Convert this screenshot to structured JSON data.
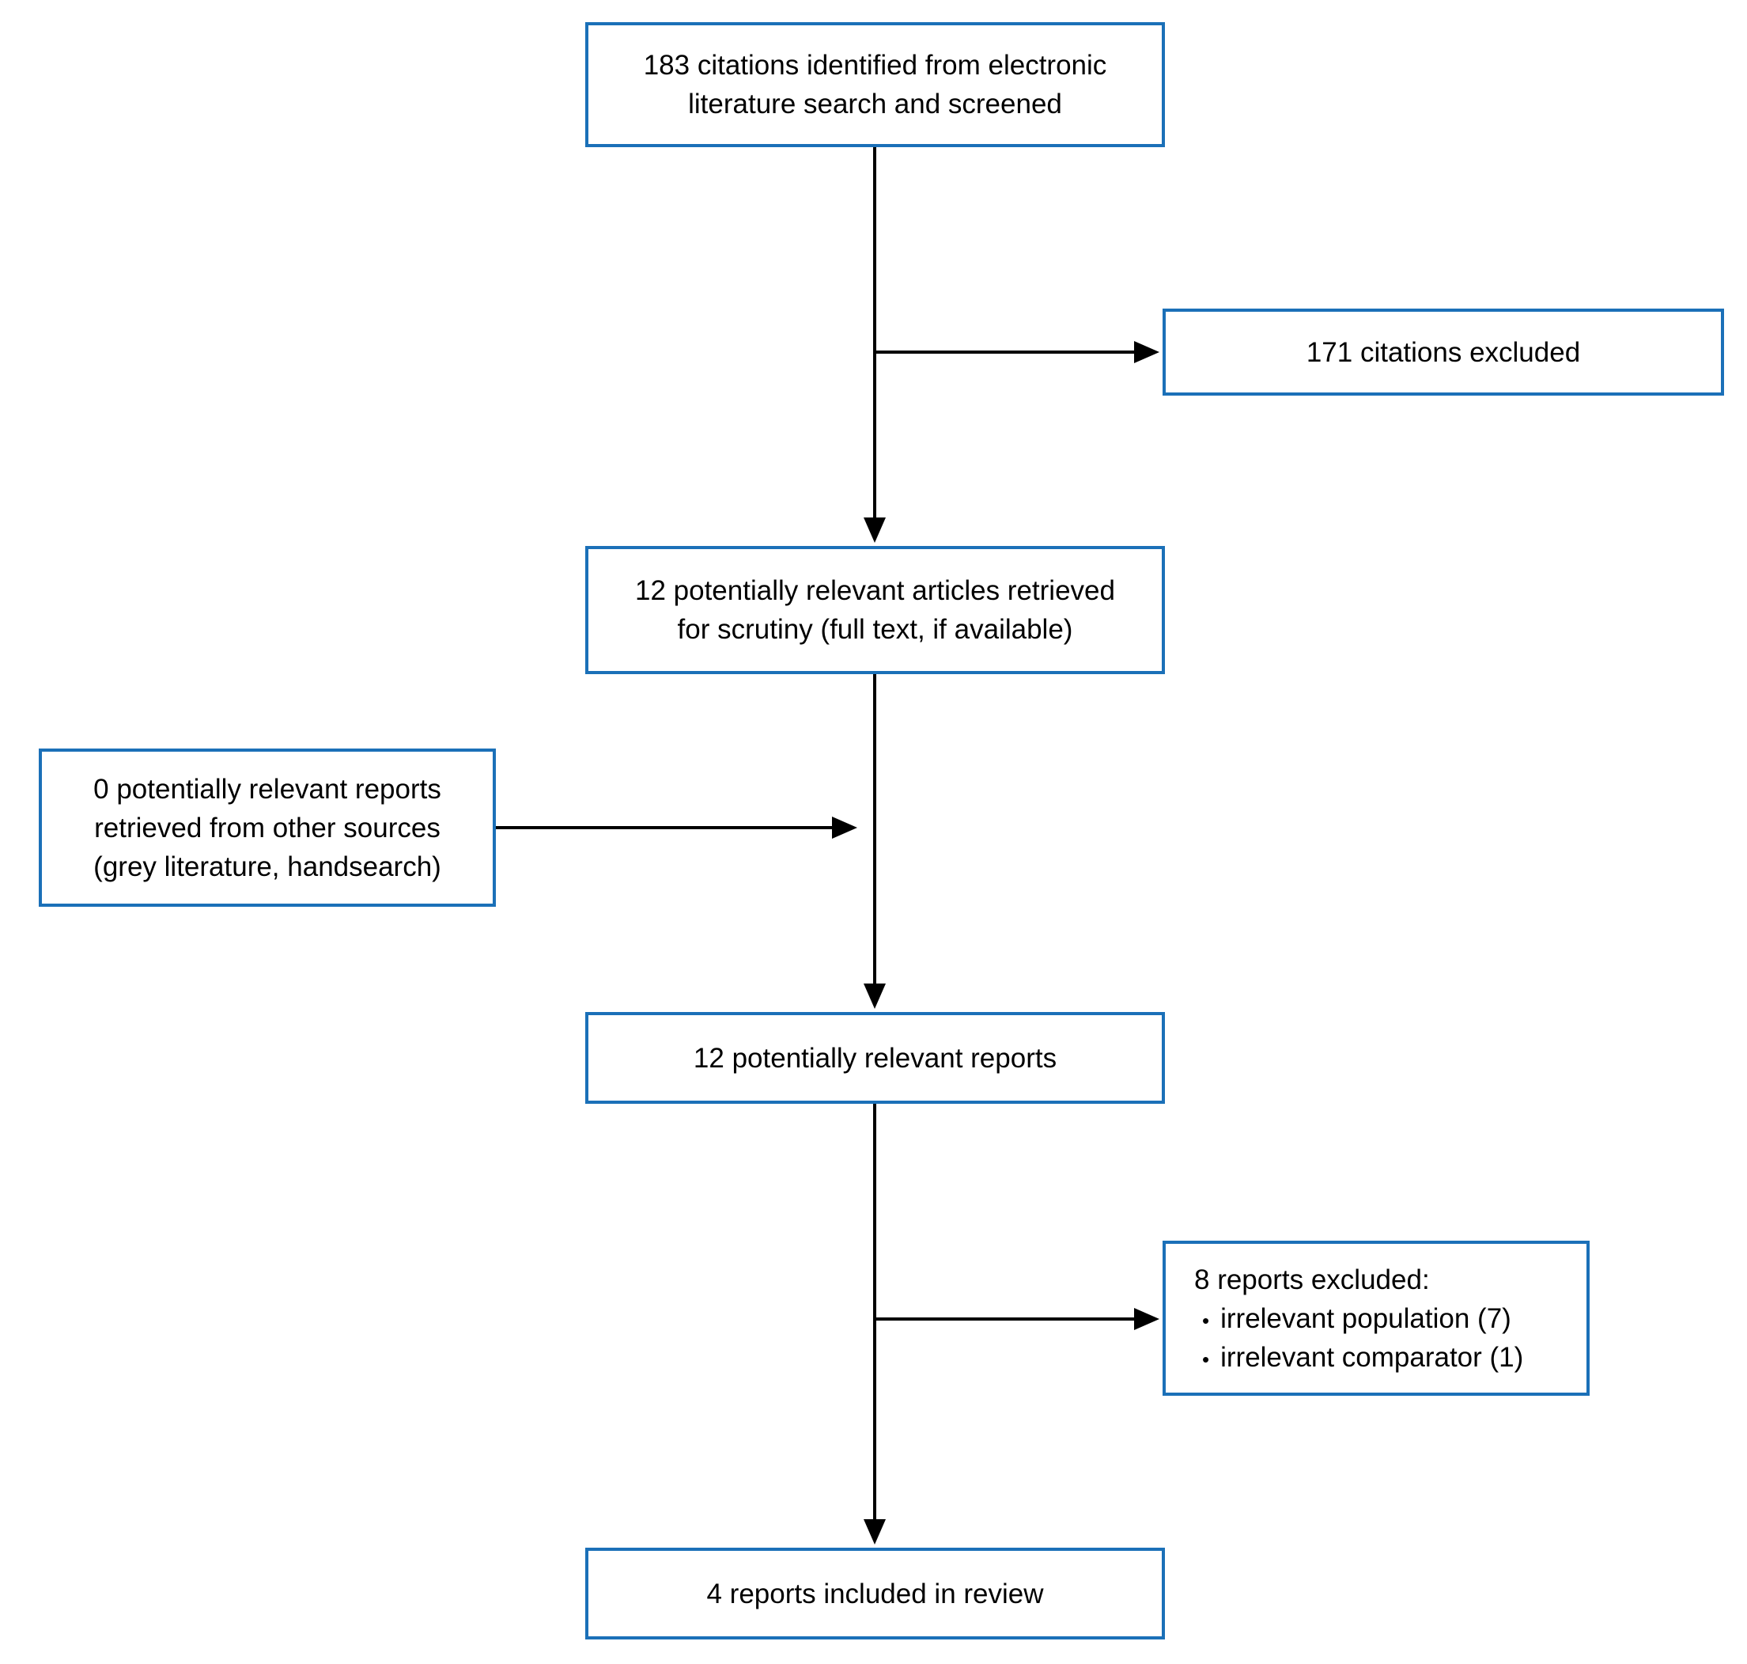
{
  "colors": {
    "box_border": "#1b70b8",
    "arrow": "#000000",
    "text": "#000000",
    "background": "#ffffff"
  },
  "flow": {
    "identified": {
      "label": "183 citations identified from electronic literature search and screened"
    },
    "excluded_citations": {
      "label": "171 citations excluded"
    },
    "retrieved": {
      "label": "12 potentially relevant articles retrieved for scrutiny (full text, if available)"
    },
    "other_sources": {
      "label": "0 potentially relevant reports retrieved from other sources (grey literature, handsearch)"
    },
    "relevant_reports": {
      "label": "12 potentially relevant reports"
    },
    "excluded_reports": {
      "title": "8 reports excluded:",
      "items": [
        "irrelevant population (7)",
        "irrelevant comparator (1)"
      ]
    },
    "included": {
      "label": "4 reports included in review"
    }
  }
}
